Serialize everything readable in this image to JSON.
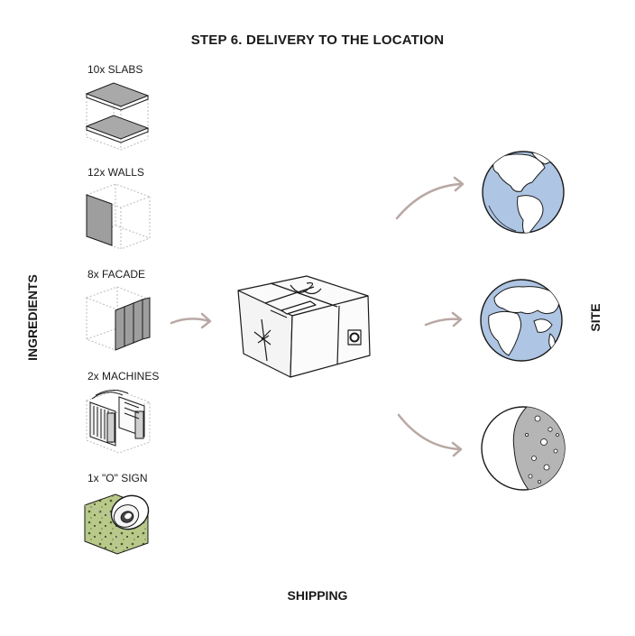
{
  "title": "STEP 6. DELIVERY TO THE LOCATION",
  "footer_label": "SHIPPING",
  "left_label": "INGREDIENTS",
  "right_label": "SITE",
  "ingredients": [
    {
      "label": "10x SLABS",
      "icon": "slabs-icon"
    },
    {
      "label": "12x WALLS",
      "icon": "walls-icon"
    },
    {
      "label": "8x FACADE",
      "icon": "facade-icon"
    },
    {
      "label": "2x MACHINES",
      "icon": "machines-icon"
    },
    {
      "label": "1x \"O\" SIGN",
      "icon": "o-sign-icon"
    }
  ],
  "package": {
    "icon": "package-box-icon",
    "stamp": "O"
  },
  "destinations": [
    {
      "icon": "earth-americas-icon"
    },
    {
      "icon": "earth-europe-africa-icon"
    },
    {
      "icon": "moon-icon"
    }
  ],
  "colors": {
    "ink": "#1a1a1a",
    "arrow": "#b9a8a4",
    "ocean": "#aec5e3",
    "slab_fill": "#a9a9a9",
    "wall_fill": "#9e9e9e",
    "sign_green": "#b8c98a",
    "moon_shadow": "#b5b5b5"
  }
}
